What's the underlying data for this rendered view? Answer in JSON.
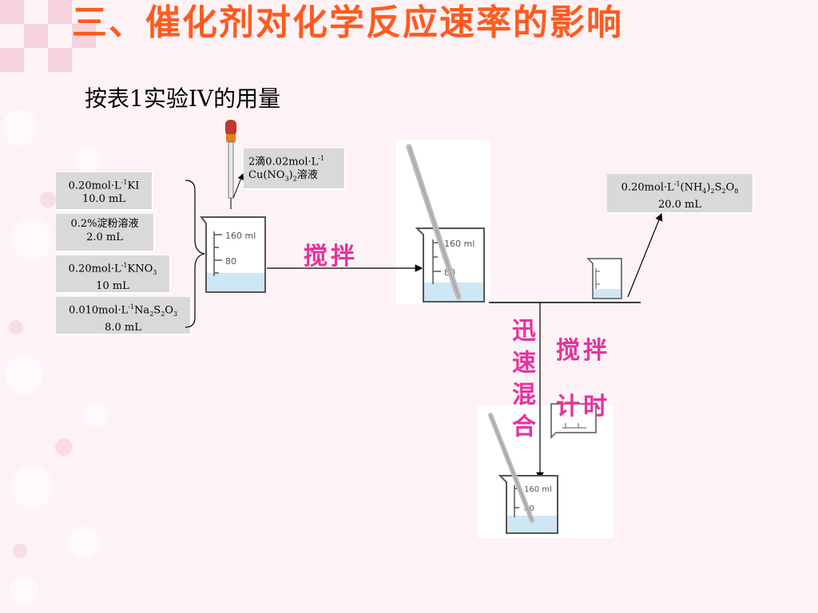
{
  "slide": {
    "title": "三、催化剂对化学反应速率的影响",
    "subtitle": "按表1实验IV的用量"
  },
  "reagents": [
    {
      "line1": {
        "a": "0.20mol·L",
        "sup": "-1",
        "b": "KI"
      },
      "line2": "10.0 mL"
    },
    {
      "line1": {
        "a": "0.2%淀粉溶液",
        "sup": "",
        "b": ""
      },
      "line2": "2.0  mL"
    },
    {
      "line1": {
        "a": "0.20mol·L",
        "sup": "-1",
        "b": "KNO",
        "sub": "3"
      },
      "line2": "10  mL"
    },
    {
      "line1": {
        "a": "0.010mol·L",
        "sup": "-1",
        "b": "Na",
        "sub": "2",
        "c": "S",
        "sub2": "2",
        "d": "O",
        "sub3": "3"
      },
      "line2": "8.0  mL"
    }
  ],
  "catalyst": {
    "line1a": "2滴0.02mol·L",
    "line1sup": "-1",
    "line2a": "Cu(NO",
    "line2sub": "3",
    "line2b": ")",
    "line2sub2": "2",
    "line2c": "溶液"
  },
  "persulfate": {
    "a": "0.20mol·L",
    "sup": "-1",
    "b": "(NH",
    "sub": "4",
    "c": ")",
    "sub2": "2",
    "d": "S",
    "sub3": "2",
    "e": "O",
    "sub4": "8",
    "line2": "20.0  mL"
  },
  "labels": {
    "stir1": "搅拌",
    "rapid_mix": "迅速混合",
    "stir2": "搅拌",
    "timing": "计时"
  },
  "beaker": {
    "mark_top": "160 ml",
    "mark_mid": "80"
  },
  "colors": {
    "title": "#ff5a1f",
    "accent": "#e8329b",
    "box": "#d9d9d9",
    "liquid": "#cfe6f5"
  }
}
